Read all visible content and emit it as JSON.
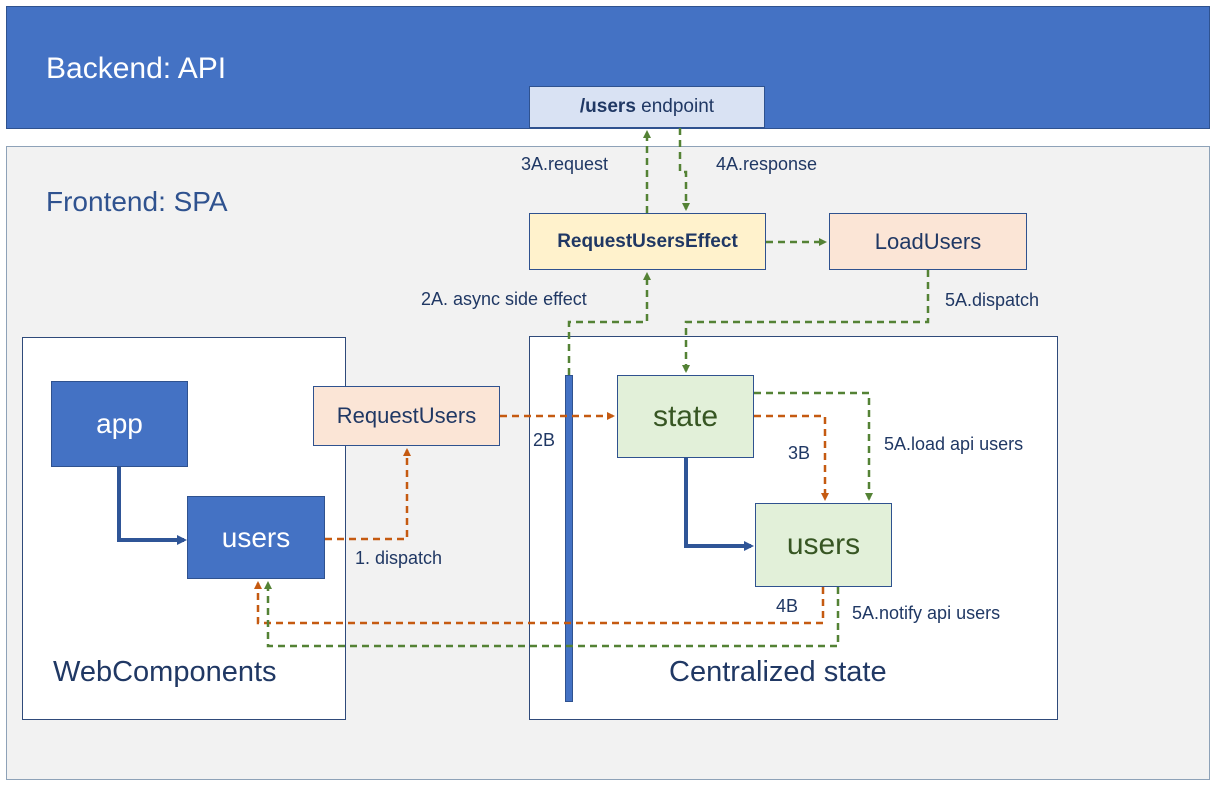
{
  "backend": {
    "title": "Backend: API",
    "endpoint_bold": "/users",
    "endpoint_rest": " endpoint"
  },
  "frontend": {
    "title": "Frontend: SPA"
  },
  "webcomponents": {
    "title": "WebComponents",
    "app_label": "app",
    "users_label": "users"
  },
  "centralized": {
    "title": "Centralized state",
    "state_label": "state",
    "users_label": "users"
  },
  "actions": {
    "request_users": "RequestUsers",
    "request_users_effect": "RequestUsersEffect",
    "load_users": "LoadUsers"
  },
  "flow_labels": {
    "dispatch_1": "1. dispatch",
    "async_2a": "2A. async side effect",
    "step_2b": "2B",
    "request_3a": "3A.request",
    "response_4a": "4A.response",
    "step_3b": "3B",
    "step_4b": "4B",
    "dispatch_5a": "5A.dispatch",
    "load_5a": "5A.load api users",
    "notify_5a": "5A.notify api users"
  },
  "colors": {
    "backend_fill": "#4472C4",
    "frontend_fill": "#F2F2F2",
    "orange_flow": "#C55A11",
    "green_flow": "#548235",
    "blue_link": "#2F5597"
  }
}
